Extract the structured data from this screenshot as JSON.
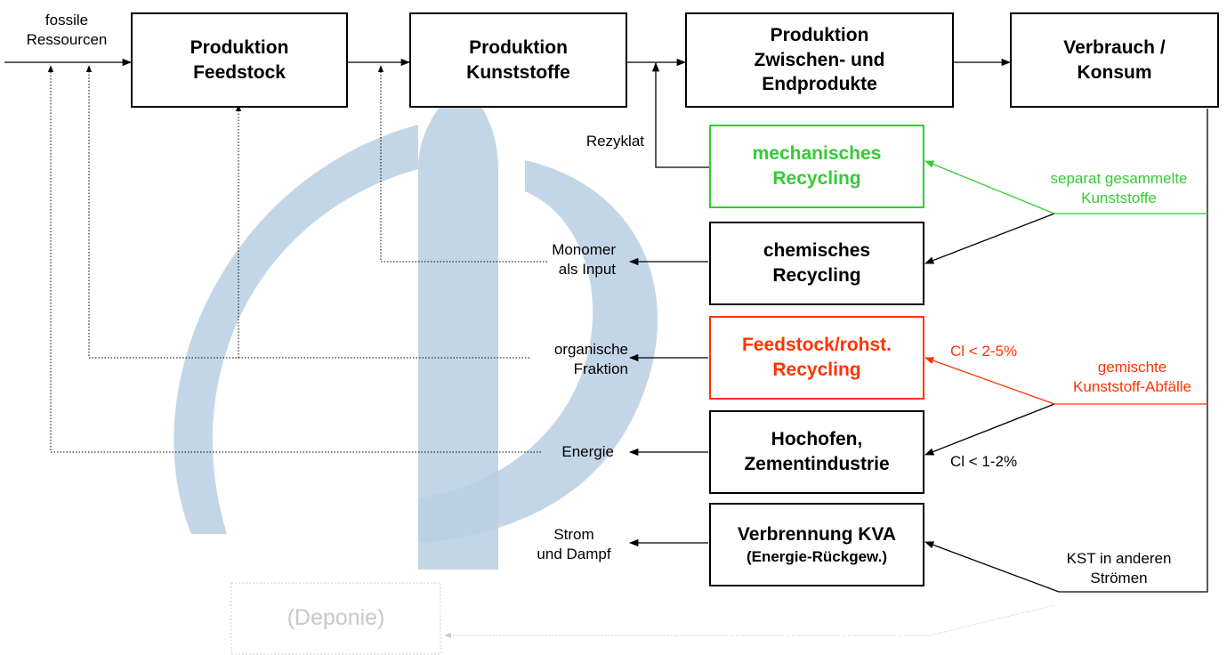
{
  "colors": {
    "black": "#000000",
    "green": "#33cc33",
    "red": "#ff3300",
    "watermark": "#b9cfe3",
    "landfill": "#cccccc"
  },
  "top_boxes": {
    "feedstock": [
      "Produktion",
      "Feedstock"
    ],
    "kunststoffe": [
      "Produktion",
      "Kunststoffe"
    ],
    "zwischen": [
      "Produktion",
      "Zwischen- und",
      "Endprodukte"
    ],
    "konsum": [
      "Verbrauch /",
      "Konsum"
    ]
  },
  "recycling_boxes": {
    "mechanisch": [
      "mechanisches",
      "Recycling"
    ],
    "chemisch": [
      "chemisches",
      "Recycling"
    ],
    "feedstock": [
      "Feedstock/rohst.",
      "Recycling"
    ],
    "hochofen": [
      "Hochofen,",
      "Zementindustrie"
    ],
    "kva": [
      "Verbrennung KVA",
      "(Energie-Rückgew.)"
    ]
  },
  "landfill": "(Deponie)",
  "labels": {
    "fossile": [
      "fossile",
      "Ressourcen"
    ],
    "rezyklat": "Rezyklat",
    "monomer": [
      "Monomer",
      "als Input"
    ],
    "organisch": [
      "organische",
      "Fraktion"
    ],
    "energie": "Energie",
    "strom": [
      "Strom",
      "und Dampf"
    ],
    "separat": [
      "separat gesammelte",
      "Kunststoffe"
    ],
    "cl_high": "Cl < 2-5%",
    "gemischt": [
      "gemischte",
      "Kunststoff-Abfälle"
    ],
    "cl_low": "Cl < 1-2%",
    "kst": [
      "KST in anderen",
      "Strömen"
    ]
  }
}
